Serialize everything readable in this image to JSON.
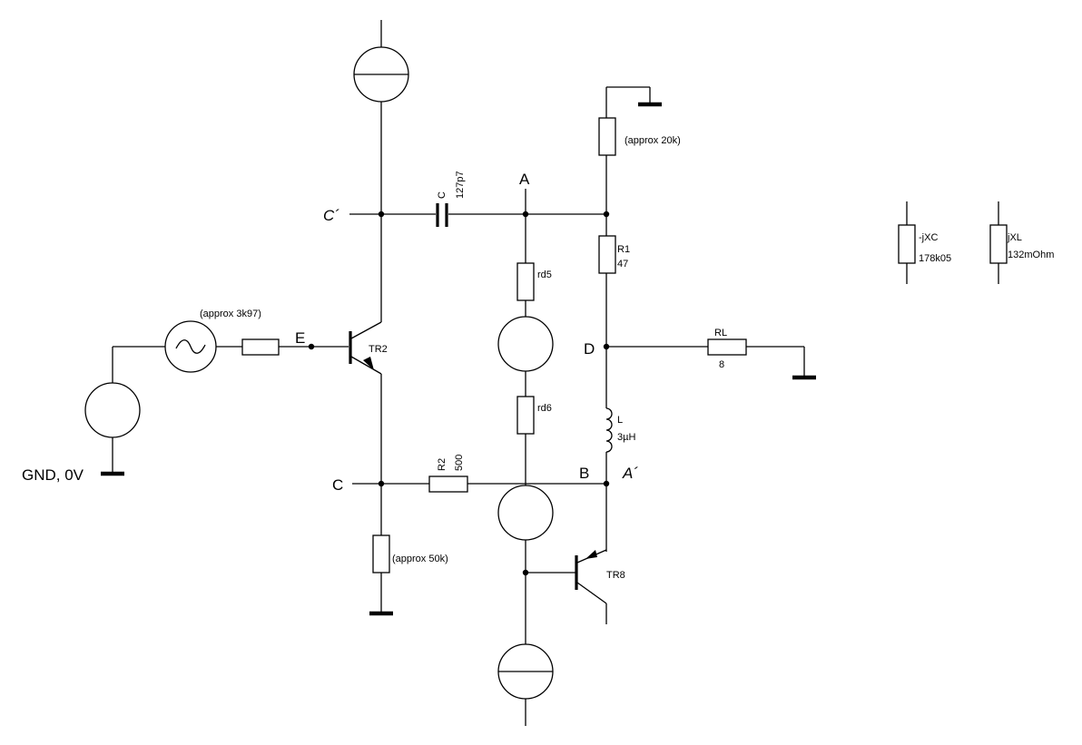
{
  "nodes": {
    "c_prime": "C´",
    "a": "A",
    "e": "E",
    "d": "D",
    "c": "C",
    "b": "B",
    "a_prime": "A´",
    "gnd": "GND, 0V"
  },
  "components": {
    "top_res_value": "(approx 20k)",
    "cap_name": "C",
    "cap_value": "127p7",
    "r1_name": "R1",
    "r1_value": "47",
    "rd5": "rd5",
    "rd6": "rd6",
    "rl_name": "RL",
    "rl_value": "8",
    "l_name": "L",
    "l_value": "3µH",
    "r2_name": "R2",
    "r2_value": "500",
    "source_res_value": "(approx 3k97)",
    "tr2": "TR2",
    "tr8": "TR8",
    "bottom_res_value": "(approx 50k)",
    "xc_name": "-jXC",
    "xc_value": "178k05",
    "xl_name": "jXL",
    "xl_value": "132mOhm"
  }
}
